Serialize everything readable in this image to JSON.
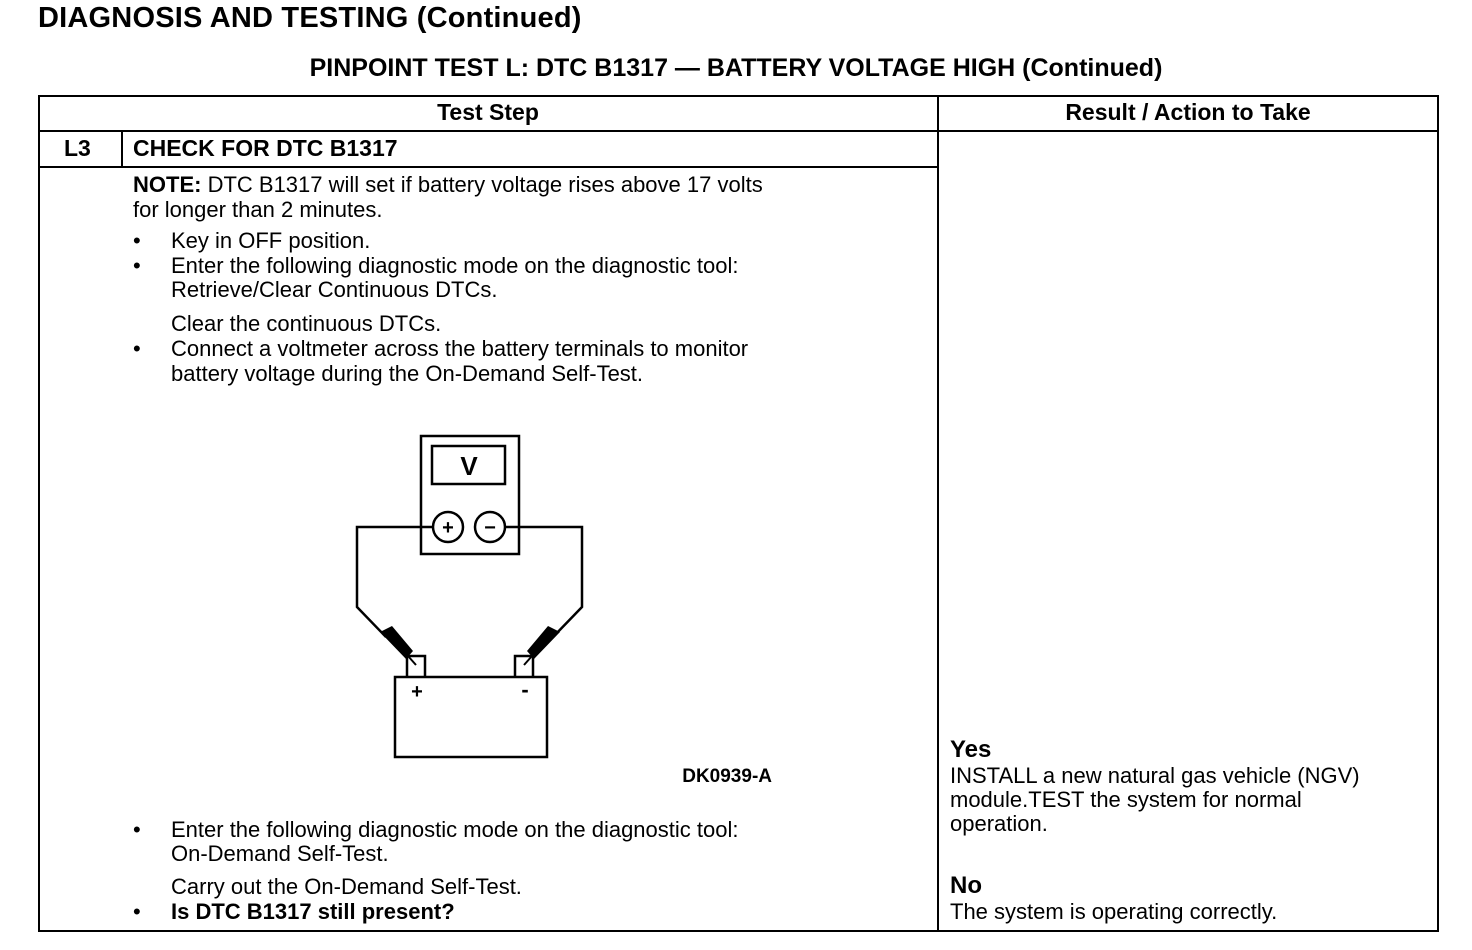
{
  "page": {
    "title": "DIAGNOSIS AND TESTING (Continued)",
    "test_title": "PINPOINT TEST  L: DTC B1317 — BATTERY VOLTAGE HIGH (Continued)"
  },
  "table": {
    "headers": {
      "step": "Test Step",
      "result": "Result / Action to Take"
    },
    "step_id": "L3",
    "step_title": "CHECK FOR DTC B1317",
    "note_label": "NOTE:",
    "note_line1": " DTC B1317 will set if battery voltage rises above 17 volts",
    "note_line2": "for longer than 2 minutes.",
    "bullet_char": "•",
    "b1": "Key in OFF position.",
    "b2_l1": "Enter the following diagnostic mode on the diagnostic tool:",
    "b2_l2": "Retrieve/Clear Continuous DTCs.",
    "sub1": "Clear the continuous DTCs.",
    "b3_l1": "Connect a voltmeter across the battery terminals to monitor",
    "b3_l2": "battery voltage during the On-Demand Self-Test.",
    "b4_l1": "Enter the following diagnostic mode on the diagnostic tool:",
    "b4_l2": "On-Demand Self-Test.",
    "sub2": "Carry out the On-Demand Self-Test.",
    "b5": "Is DTC B1317 still present?"
  },
  "figure": {
    "meter_label": "V",
    "plus": "+",
    "minus": "−",
    "batt_plus": "+",
    "batt_minus": "-",
    "id": "DK0939-A"
  },
  "result": {
    "yes_label": "Yes",
    "yes_l1": "INSTALL a new natural gas vehicle (NGV)",
    "yes_l2": "module.TEST the system for normal",
    "yes_l3": "operation.",
    "no_label": "No",
    "no_text": "The system is operating correctly."
  }
}
